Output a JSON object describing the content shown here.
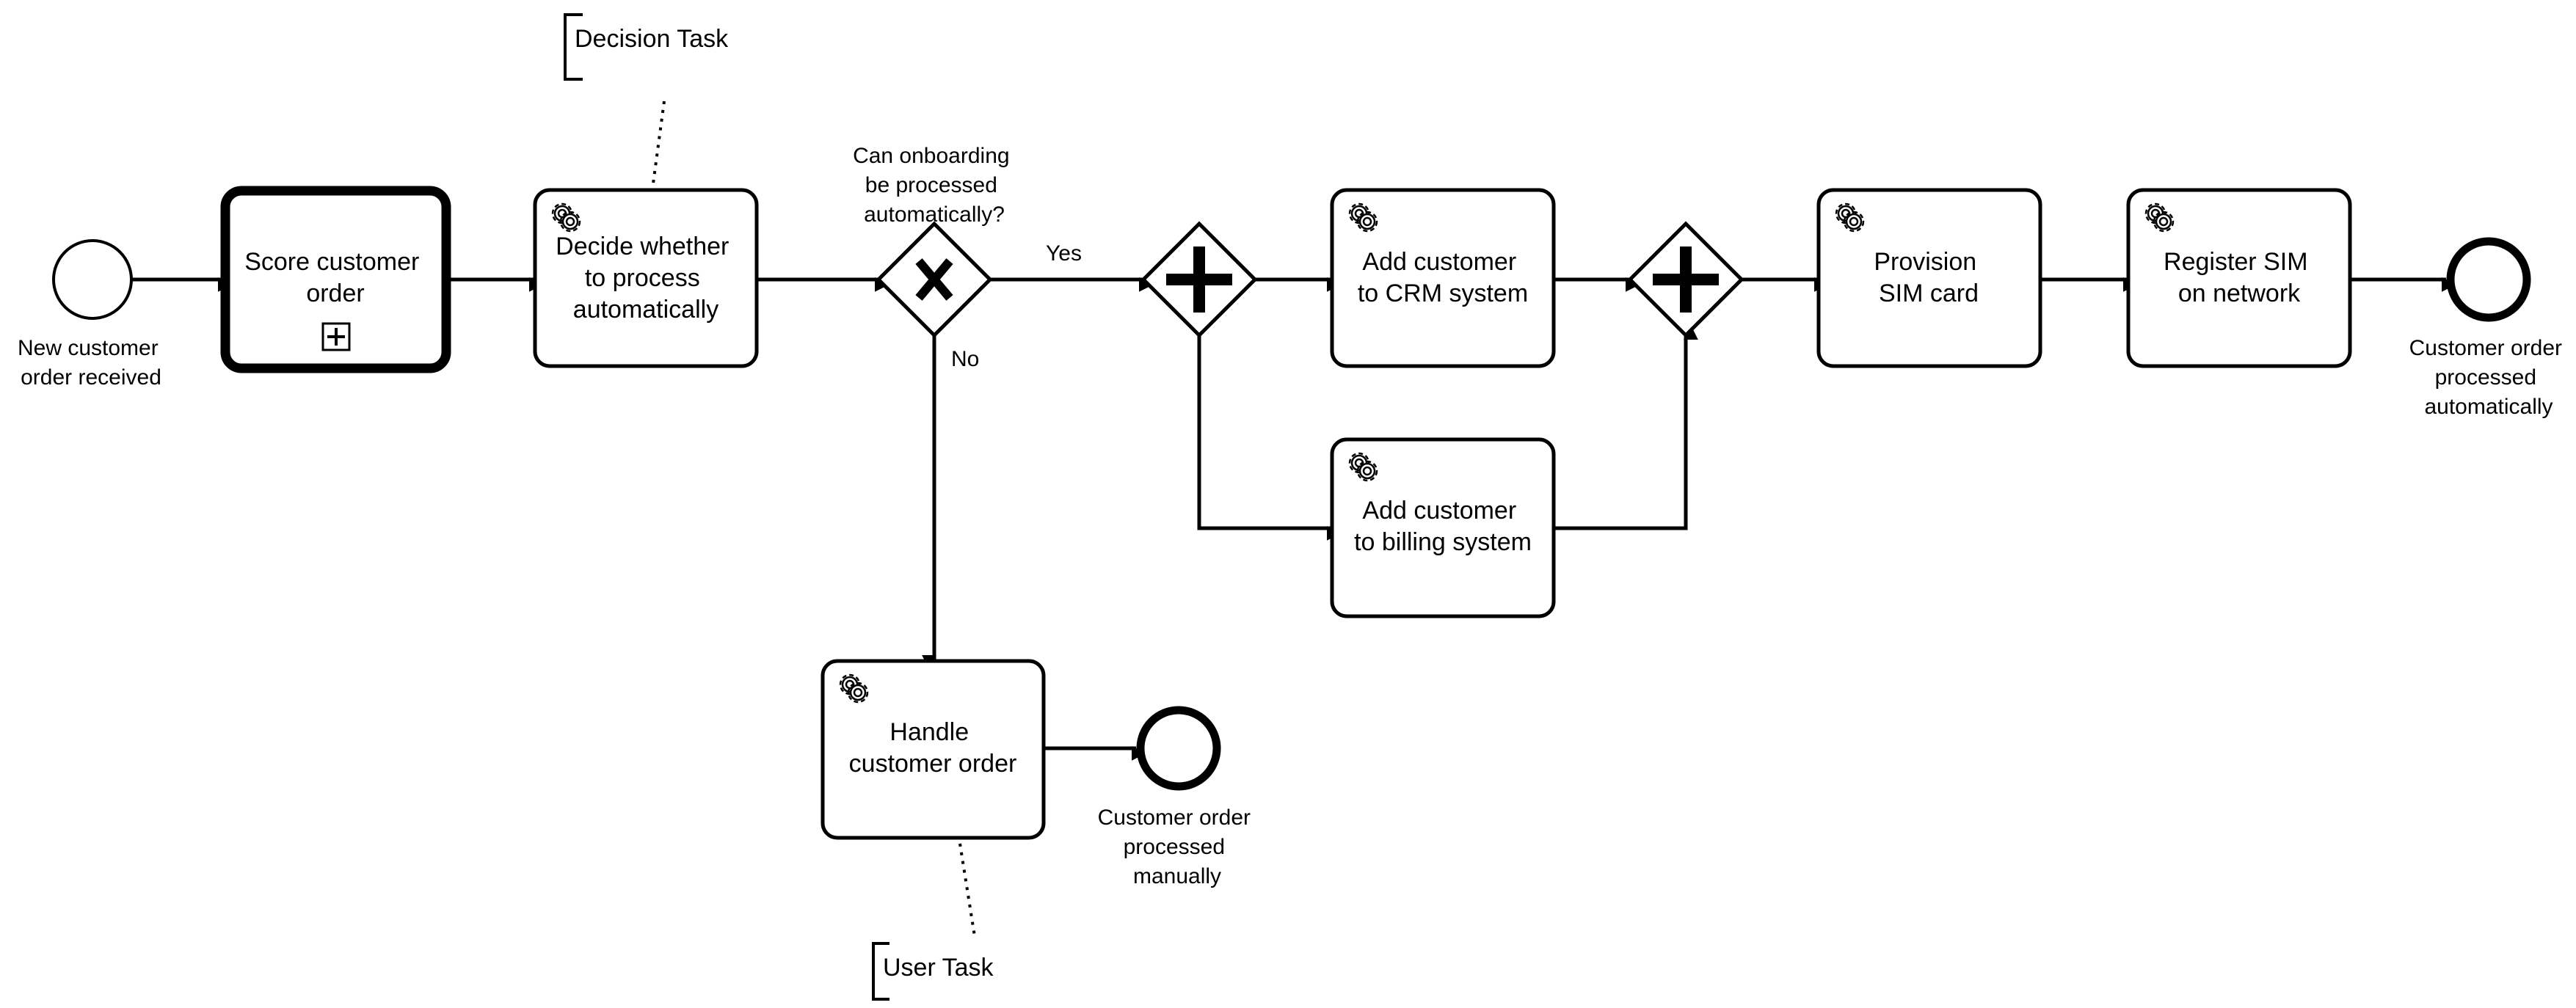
{
  "diagram": {
    "start_event": {
      "label": [
        "New customer",
        "order received"
      ]
    },
    "subprocess": {
      "label": [
        "Score customer",
        "order"
      ],
      "marker": "plus-square-icon"
    },
    "tasks": {
      "decide": {
        "label": [
          "Decide whether",
          "to process",
          "automatically"
        ],
        "icon": "gear-icon",
        "type": "service task"
      },
      "handle": {
        "label": [
          "Handle",
          "customer order"
        ],
        "icon": "gear-icon",
        "type": "service task"
      },
      "add_crm": {
        "label": [
          "Add customer",
          "to CRM system"
        ],
        "icon": "gear-icon",
        "type": "service task"
      },
      "add_billing": {
        "label": [
          "Add customer",
          "to billing system"
        ],
        "icon": "gear-icon",
        "type": "service task"
      },
      "provision_sim": {
        "label": [
          "Provision",
          "SIM card"
        ],
        "icon": "gear-icon",
        "type": "service task"
      },
      "register_sim": {
        "label": [
          "Register SIM",
          "on network"
        ],
        "icon": "gear-icon",
        "type": "service task"
      }
    },
    "exclusive_gateway": {
      "question": [
        "Can onboarding",
        "be processed",
        "automatically?"
      ],
      "marker": "x-icon"
    },
    "flow_labels": {
      "yes": "Yes",
      "no": "No"
    },
    "parallel_gateways": {
      "marker": "plus-icon",
      "count": 2
    },
    "end_events": {
      "manual": {
        "label": [
          "Customer order",
          "processed",
          "manually"
        ]
      },
      "automatic": {
        "label": [
          "Customer order",
          "processed",
          "automatically"
        ]
      }
    },
    "annotations": {
      "decision": "Decision Task",
      "user": "User Task"
    }
  }
}
